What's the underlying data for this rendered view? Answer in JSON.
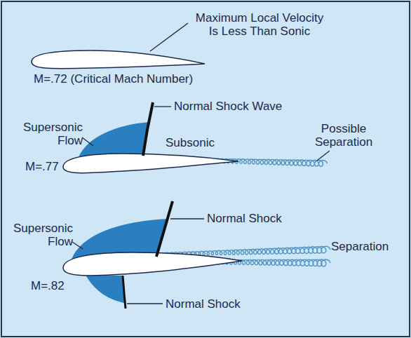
{
  "diagram": {
    "labels": [
      "Maximum Local Velocity Is Less Than Sonic",
      "M=.72 (Critical Mach Number)",
      "Normal Shock Wave",
      "Supersonic Flow",
      "Subsonic",
      "Possible Separation",
      "M=.77",
      "Supersonic Flow",
      "Normal Shock",
      "Separation",
      "M=.82",
      "Normal Shock"
    ]
  }
}
